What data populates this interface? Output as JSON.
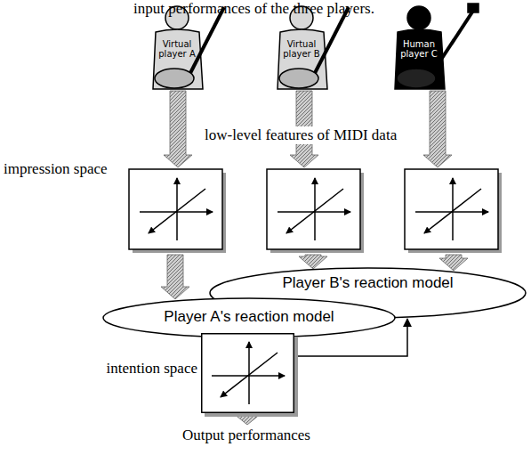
{
  "diagram": {
    "nodes": [
      {
        "text": [
          "Virtual player A"
        ]
      },
      {
        "text": [
          "Virtual player B"
        ]
      },
      {
        "text": [
          "Human player C"
        ]
      },
      {
        "text": [
          "Player B's reaction model"
        ]
      },
      {
        "text": [
          "Player A's reaction model"
        ]
      },
      {
        "text": [
          "intention space"
        ]
      }
    ],
    "edges": [
      {
        "from": 5,
        "to": 3,
        "arrow": "to"
      }
    ],
    "labels": [
      "input performances of the three players.",
      "low-level features of MIDI data",
      "impression space",
      "Output performances"
    ]
  }
}
